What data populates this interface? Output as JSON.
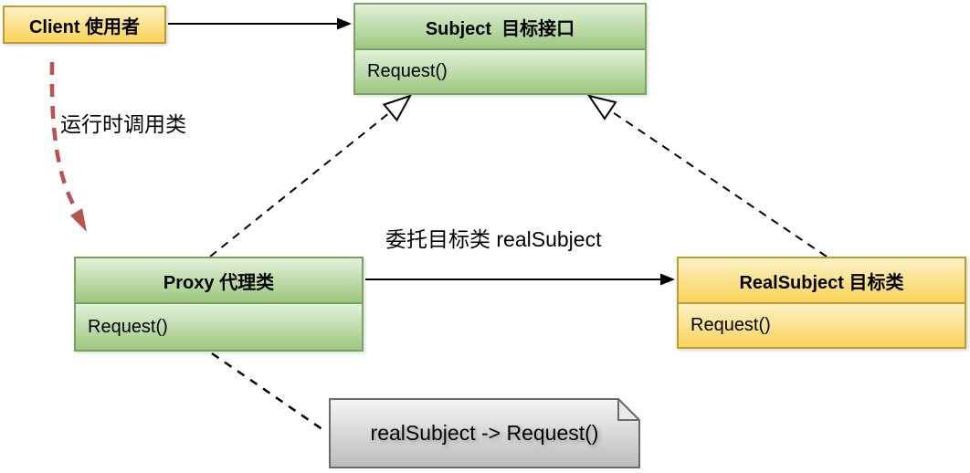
{
  "diagram": {
    "title": "Proxy design pattern class diagram",
    "nodes": {
      "client": {
        "title": "Client 使用者"
      },
      "subject": {
        "title": "Subject  目标接口",
        "method": "Request()"
      },
      "proxy": {
        "title": "Proxy 代理类",
        "method": "Request()"
      },
      "real_subject": {
        "title": "RealSubject 目标类",
        "method": "Request()"
      },
      "note": {
        "text": "realSubject -> Request()"
      }
    },
    "edges": {
      "client_to_subject": {
        "type": "solid-black-arrow",
        "label": ""
      },
      "client_to_proxy": {
        "type": "dashed-red-arrow",
        "label": "运行时调用类"
      },
      "proxy_to_subject": {
        "type": "dashed-generalization-hollow-triangle",
        "label": ""
      },
      "realsubject_to_subject": {
        "type": "dashed-generalization-hollow-triangle",
        "label": ""
      },
      "proxy_to_realsubject": {
        "type": "solid-black-arrow",
        "label": "委托目标类 realSubject"
      },
      "proxy_to_note": {
        "type": "dashed-line",
        "label": ""
      }
    },
    "colors": {
      "green_fill_top": "#e3f1da",
      "green_fill_bottom": "#9dc780",
      "green_border": "#78a55e",
      "yellow_fill_top": "#fdf2c6",
      "yellow_fill_bottom": "#f9d35a",
      "yellow_border": "#c09c30",
      "note_fill_top": "#f4f4f4",
      "note_fill_bottom": "#bcbcbc",
      "note_border": "#6b6b6b",
      "red_arrow": "#b85450",
      "line_black": "#000000",
      "background": "#ffffff"
    }
  }
}
